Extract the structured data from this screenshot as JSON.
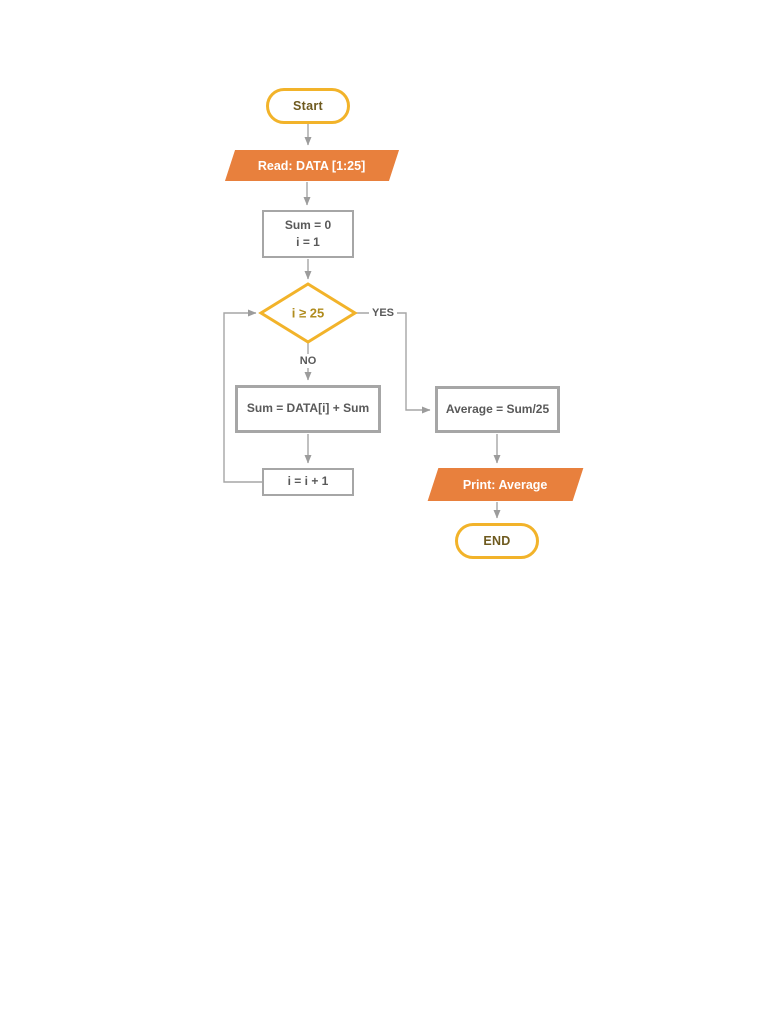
{
  "flowchart": {
    "start": {
      "label": "Start"
    },
    "read_data": {
      "label": "Read: DATA [1:25]"
    },
    "init": {
      "line1": "Sum = 0",
      "line2": "i = 1"
    },
    "decision": {
      "label": "i ≥ 25",
      "yes_label": "YES",
      "no_label": "NO"
    },
    "accumulate": {
      "label": "Sum = DATA[i] + Sum"
    },
    "increment": {
      "label": "i = i + 1"
    },
    "average": {
      "label": "Average = Sum/25"
    },
    "print": {
      "label": "Print: Average"
    },
    "end": {
      "label": "END"
    },
    "colors": {
      "io_orange": "#E8803D",
      "terminator_gold_border": "#F2B32A",
      "decision_gold_border": "#F2B32A",
      "connector_gray": "#A6A6A6",
      "process_border_gray": "#A6A6A6",
      "process_text_gray": "#595959",
      "terminator_text": "#6E5A1F",
      "decision_text": "#B08C1E",
      "background": "#FFFFFF"
    }
  }
}
